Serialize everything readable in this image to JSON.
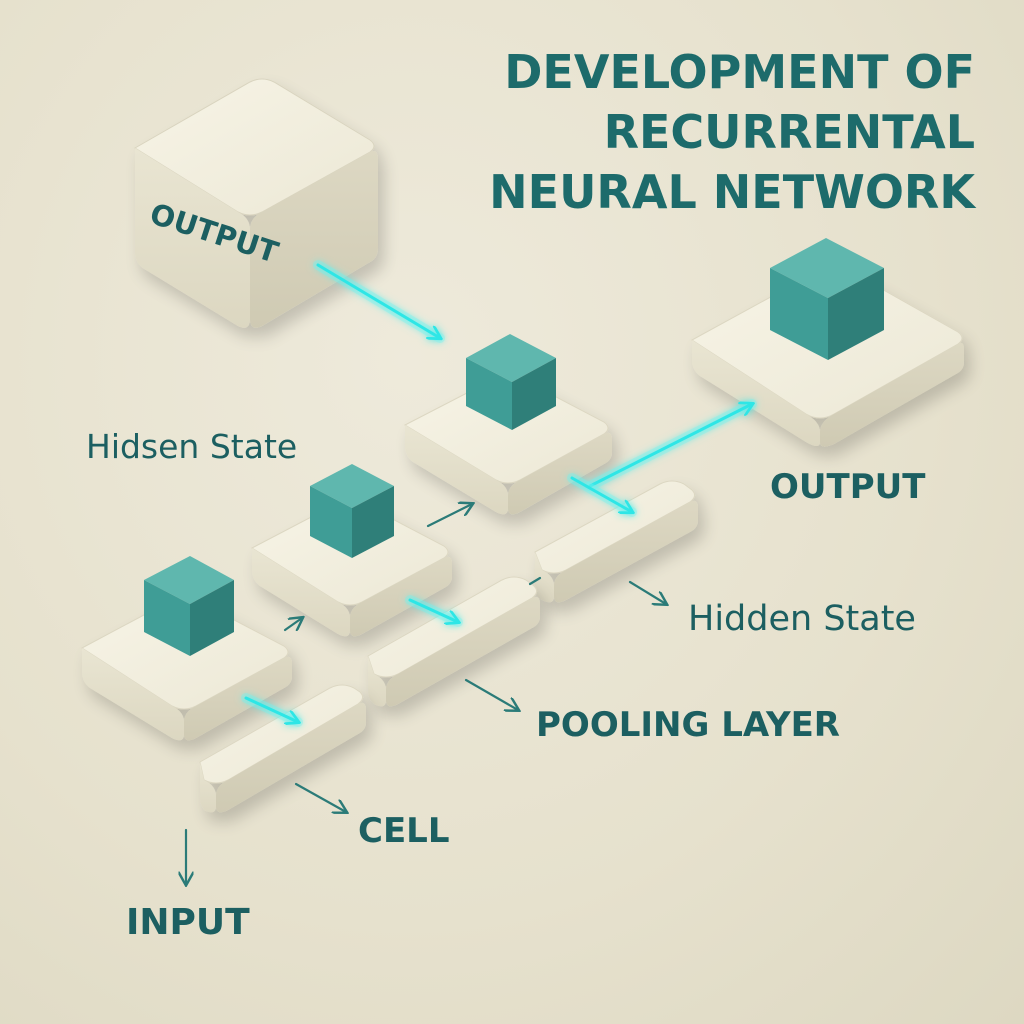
{
  "title": {
    "line1": "DEVELOPMENT OF",
    "line2": "RECURRENTAL",
    "line3": "NEURAL NETWORK"
  },
  "labels": {
    "output_cube": "OUTPUT",
    "hidsen_state": "Hidsen State",
    "output_right": "OUTPUT",
    "hidden_state": "Hidden State",
    "pooling_layer": "POOLING LAYER",
    "cell": "CELL",
    "input": "INPUT"
  },
  "colors": {
    "background": "#e8e4d2",
    "block_cream": "#f2efe0",
    "cube_teal": "#3f9d96",
    "text_teal": "#1c5f61",
    "glow_cyan": "#2fe6e6"
  }
}
